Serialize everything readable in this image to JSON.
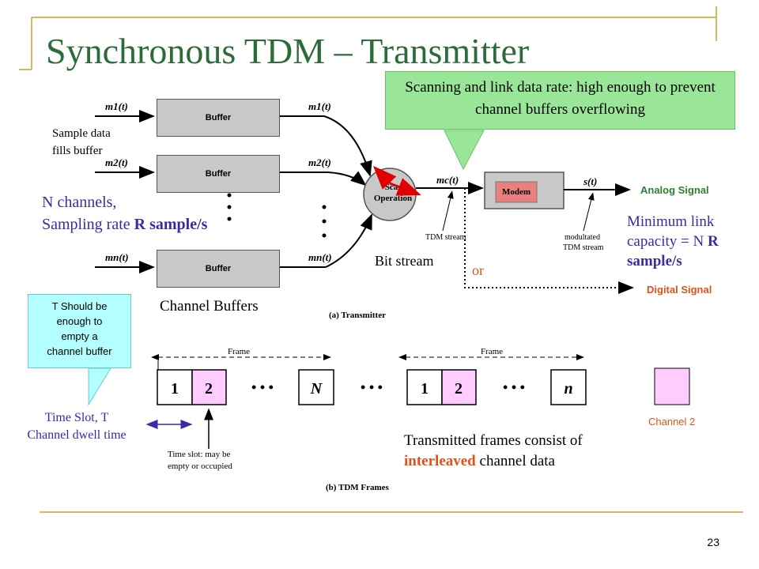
{
  "slide": {
    "title": "Synchronous TDM – Transmitter",
    "page_number": "23"
  },
  "callouts": {
    "scan_rate": "Scanning and link data rate: high enough to prevent channel buffers overflowing",
    "t_should_lines": [
      "T Should be",
      "enough to",
      "empty a",
      "channel buffer"
    ]
  },
  "annotations": {
    "sample_fills": [
      "Sample data",
      "fills buffer"
    ],
    "n_channels": "N channels,",
    "sampling_rate_prefix": "Sampling rate ",
    "sampling_rate_bold": "R sample/s",
    "channel_buffers": "Channel Buffers",
    "bit_stream": "Bit stream",
    "or": "or",
    "analog_signal": "Analog Signal",
    "digital_signal": "Digital Signal",
    "min_link_line1": "Minimum link",
    "min_link_line2_prefix": "capacity = N ",
    "min_link_line2_bold": "R",
    "min_link_line3": "sample/s",
    "time_slot": [
      "Time Slot, T",
      "Channel dwell time"
    ],
    "channel2": "Channel 2",
    "transmitted_line1": "Transmitted frames consist of",
    "transmitted_bold": "interleaved",
    "transmitted_rest": " channel data"
  },
  "diagram": {
    "buffer_label": "Buffer",
    "inputs": [
      "m1(t)",
      "m2(t)",
      "mn(t)"
    ],
    "buffer_outputs": [
      "m1(t)",
      "m2(t)",
      "mn(t)"
    ],
    "scan_label": [
      "Scan",
      "Operation"
    ],
    "mc_label": "mc(t)",
    "modem_label": "Modem",
    "st_label": "s(t)",
    "tdm_stream": "TDM stream",
    "modulated_tdm": [
      "modultated",
      "TDM stream"
    ],
    "transmitter_caption": "(a) Transmitter",
    "frame_label": "Frame",
    "frame_cells_1": [
      "1",
      "2",
      "• • •",
      "N"
    ],
    "frame_cells_2": [
      "1",
      "2",
      "• • •",
      "n"
    ],
    "between_dots": "• • •",
    "time_slot_note": [
      "Time slot: may be",
      "empty or occupied"
    ],
    "frames_caption": "(b) TDM Frames"
  },
  "colors": {
    "title": "#2e6b3a",
    "accent_purple": "#3b2aa8",
    "accent_orange": "#e0521b",
    "accent_green_text": "#2e7d32",
    "callout_green": "#99e699",
    "callout_cyan": "#b3ffff",
    "slot_pink": "#ffccff",
    "modem_red": "#e88080",
    "scan_arrow": "#e00000"
  }
}
